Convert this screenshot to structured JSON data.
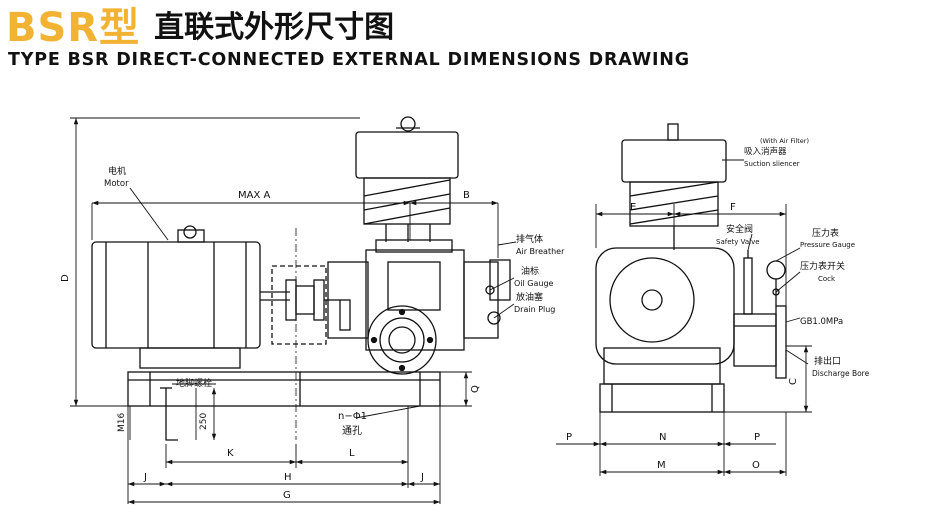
{
  "header": {
    "model": "BSR型",
    "title_cn": "直联式外形尺寸图",
    "title_en": "TYPE BSR DIRECT-CONNECTED EXTERNAL DIMENSIONS DRAWING"
  },
  "front_view": {
    "dims": {
      "max_a": "MAX A",
      "b": "B",
      "d": "D",
      "q": "Q",
      "m16": "M16",
      "d250": "250",
      "k": "K",
      "l": "L",
      "h": "H",
      "j_left": "J",
      "j_right": "J",
      "g": "G"
    },
    "labels": {
      "motor_cn": "电机",
      "motor_en": "Motor",
      "air_breather_cn": "排气体",
      "air_breather_en": "Air Breather",
      "oil_gauge_cn": "油标",
      "oil_gauge_en": "Oil Gauge",
      "drain_plug_cn": "放油塞",
      "drain_plug_en": "Drain Plug",
      "anchor_bolt_cn": "地脚螺栓",
      "holes_formula": "n−Φ1",
      "holes_cn": "通孔"
    }
  },
  "side_view": {
    "dims": {
      "e": "E",
      "f": "F",
      "p_left": "P",
      "n": "N",
      "p_right": "P",
      "m": "M",
      "o": "O",
      "c": "C"
    },
    "labels": {
      "with_air_filter": "(With Air Filter)",
      "suction_silencer_cn": "吸入消声器",
      "suction_silencer_en": "Suction sliencer",
      "safety_valve_cn": "安全阀",
      "safety_valve_en": "Safety Valve",
      "pressure_gauge_cn": "压力表",
      "pressure_gauge_en": "Pressure Gauge",
      "cock_cn": "压力表开关",
      "cock_en": "Cock",
      "flange_std": "GB1.0MPa",
      "discharge_cn": "排出口",
      "discharge_en": "Discharge Bore"
    }
  }
}
